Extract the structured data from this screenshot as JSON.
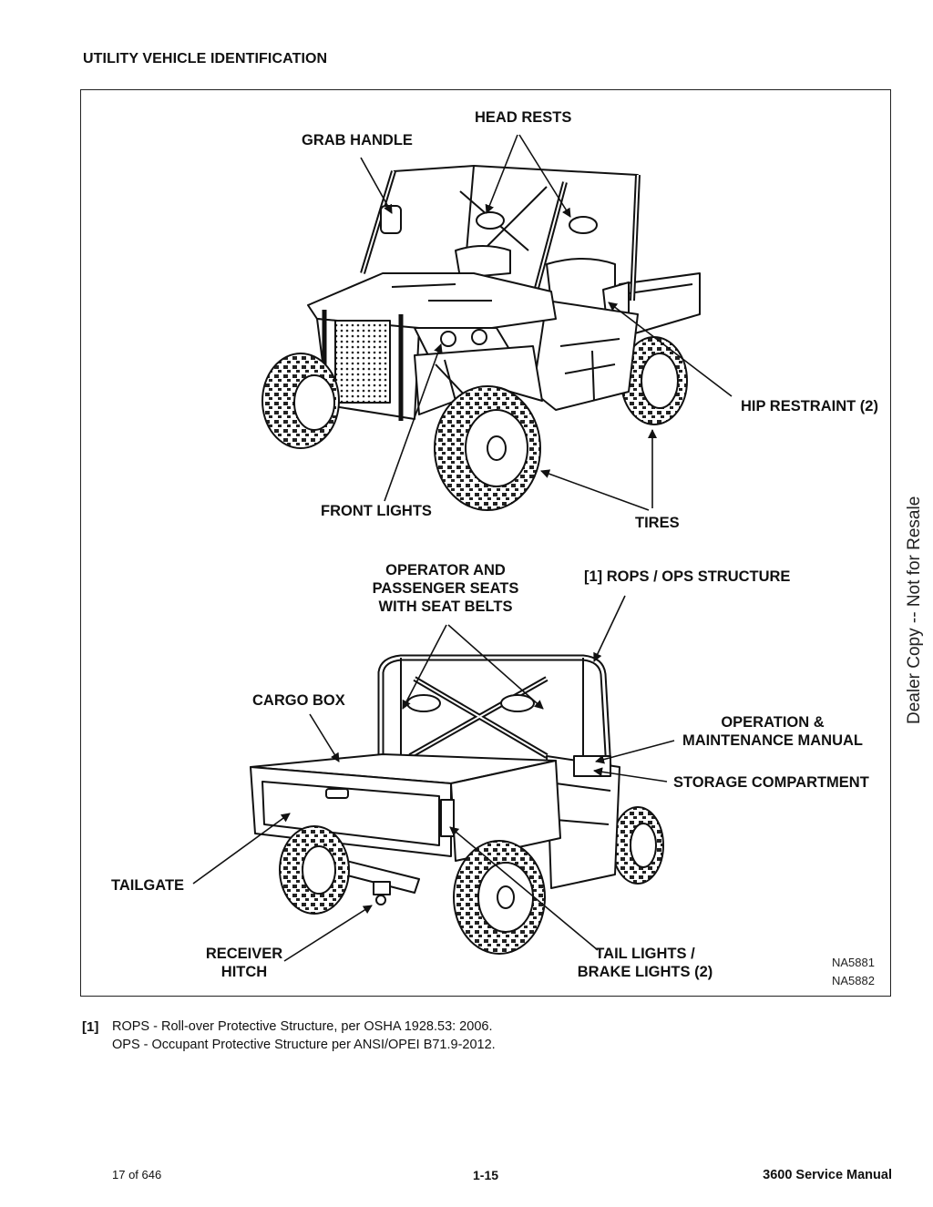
{
  "section_title": "UTILITY VEHICLE IDENTIFICATION",
  "labels": {
    "head_rests": "HEAD RESTS",
    "grab_handle": "GRAB HANDLE",
    "hip_restraint": "HIP RESTRAINT (2)",
    "front_lights": "FRONT LIGHTS",
    "tires": "TIRES",
    "seats_line1": "OPERATOR AND",
    "seats_line2": "PASSENGER SEATS",
    "seats_line3": "WITH SEAT BELTS",
    "rops": "[1] ROPS / OPS STRUCTURE",
    "cargo_box": "CARGO BOX",
    "manual_line1": "OPERATION &",
    "manual_line2": "MAINTENANCE MANUAL",
    "storage": "STORAGE COMPARTMENT",
    "tailgate": "TAILGATE",
    "hitch_line1": "RECEIVER",
    "hitch_line2": "HITCH",
    "tail_line1": "TAIL LIGHTS /",
    "tail_line2": "BRAKE LIGHTS (2)"
  },
  "figure_ids": [
    "NA5881",
    "NA5882"
  ],
  "watermark": "Dealer Copy -- Not for Resale",
  "footnote": {
    "marker": "[1]",
    "line1": "ROPS - Roll-over Protective Structure, per OSHA 1928.53: 2006.",
    "line2": "OPS - Occupant Protective Structure per ANSI/OPEI B71.9-2012."
  },
  "footer": {
    "page_count": "17 of 646",
    "page_number": "1-15",
    "manual_title": "3600 Service Manual"
  }
}
